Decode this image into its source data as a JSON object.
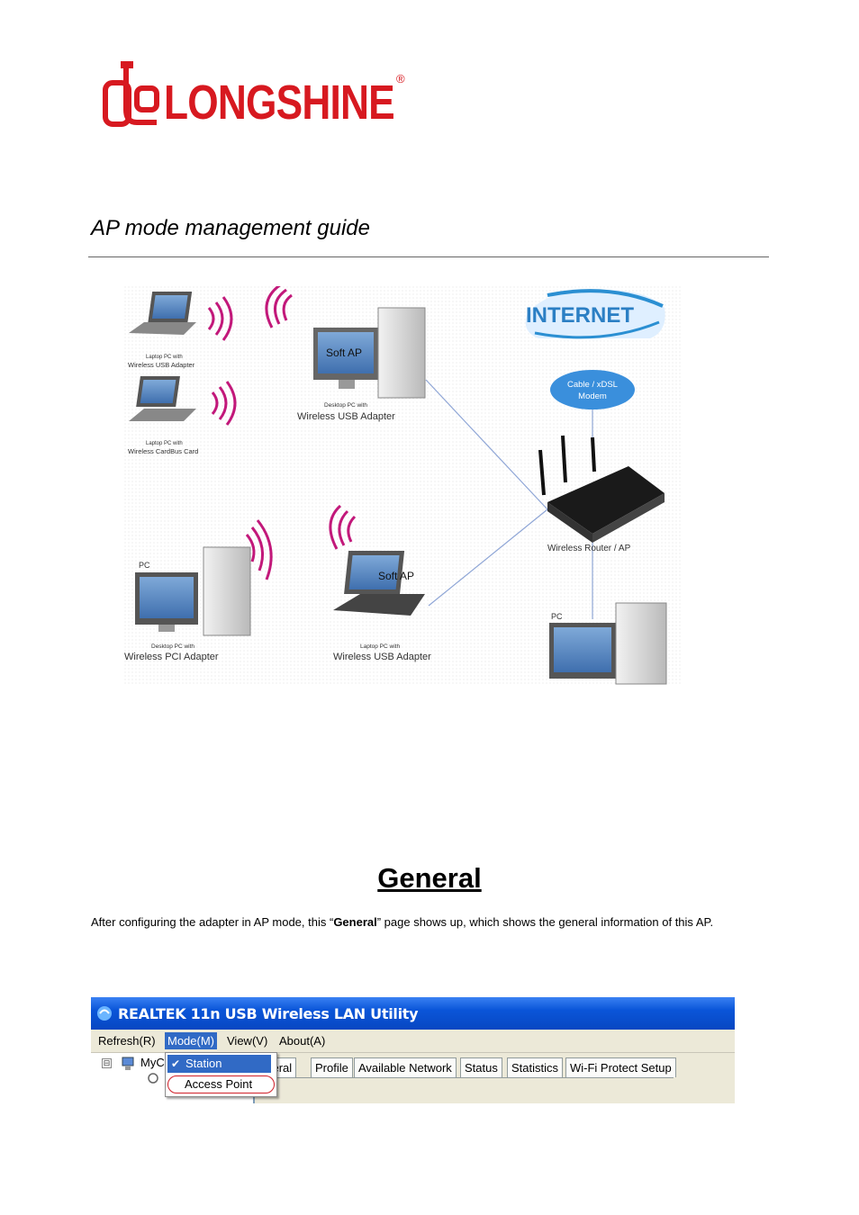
{
  "brand": {
    "name": "LONGSHINE",
    "registered_mark": "®",
    "color": "#d71920"
  },
  "heading": "AP mode management guide",
  "diagram": {
    "internet_label": "INTERNET",
    "modem_label_line1": "Cable / xDSL",
    "modem_label_line2": "Modem",
    "router_label": "Wireless Router / AP",
    "soft_ap_label": "Soft AP",
    "laptop1_line1": "Laptop PC with",
    "laptop1_line2": "Wireless USB Adapter",
    "laptop2_line1": "Laptop PC with",
    "laptop2_line2": "Wireless CardBus Card",
    "desktop_usb_line1": "Desktop PC with",
    "desktop_usb_line2": "Wireless USB Adapter",
    "pc_label": "PC",
    "desktop_pci_line1": "Desktop PC with",
    "desktop_pci_line2": "Wireless PCI Adapter",
    "laptop_usb_line1": "Laptop PC with",
    "laptop_usb_line2": "Wireless USB Adapter",
    "pc2_label": "PC"
  },
  "section": {
    "title": "General",
    "para_before": "After configuring the adapter in AP mode, this “",
    "para_bold": "General",
    "para_after": "” page shows up, which shows the general information of this AP."
  },
  "utility": {
    "title": "REALTEK 11n USB Wireless LAN Utility",
    "menu": [
      "Refresh(R)",
      "Mode(M)",
      "View(V)",
      "About(A)"
    ],
    "tree_expander": "⊟",
    "tree_label": "MyC",
    "tabs": [
      "eneral",
      "Profile",
      "Available Network",
      "Status",
      "Statistics",
      "Wi-Fi Protect Setup"
    ],
    "dropdown": {
      "check": "✔",
      "station": "Station",
      "access_point": "Access Point"
    }
  }
}
